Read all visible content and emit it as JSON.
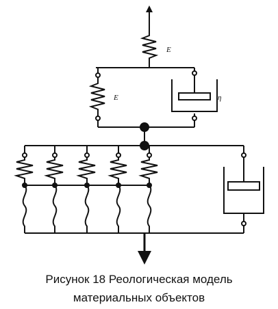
{
  "figure": {
    "top_spring_label": "E",
    "middle_spring_label": "E",
    "dashpot_label": "η"
  },
  "caption": {
    "line1": "Рисунок 18 Реологическая модель",
    "line2": "материальных объектов"
  }
}
